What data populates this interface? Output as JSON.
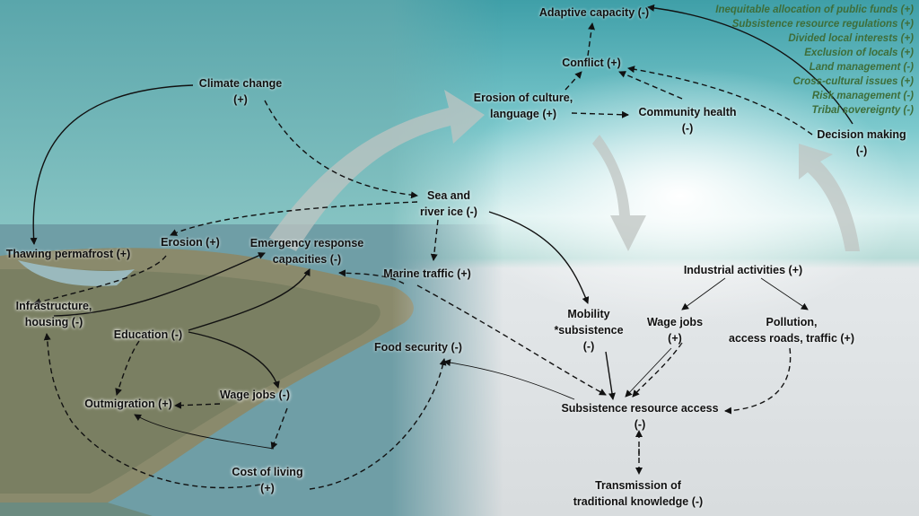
{
  "colors": {
    "factor_text": "#3e6e3a",
    "sky": "#8fd3d8",
    "snow": "#e6e9ea",
    "sea": "#7fa9b0"
  },
  "nodes": {
    "adaptive_capacity": "Adaptive capacity (-)",
    "conflict": "Conflict (+)",
    "erosion_culture": [
      "Erosion of culture,",
      "language (+)"
    ],
    "community_health": [
      "Community health",
      "(-)"
    ],
    "decision_making": [
      "Decision making",
      "(-)"
    ],
    "climate_change": [
      "Climate change",
      "(+)"
    ],
    "sea_river_ice": [
      "Sea and",
      "river  ice (-)"
    ],
    "thawing_permafrost": "Thawing permafrost (+)",
    "erosion": "Erosion (+)",
    "emergency_response": [
      "Emergency response",
      "capacities (-)"
    ],
    "marine_traffic": "Marine traffic  (+)",
    "industrial_activities": "Industrial activities (+)",
    "infrastructure": [
      "Infrastructure,",
      "housing (-)"
    ],
    "education": "Education (-)",
    "mobility": [
      "Mobility",
      "*subsistence",
      "(-)"
    ],
    "wage_jobs_right": [
      "Wage jobs",
      "(+)"
    ],
    "pollution": [
      "Pollution,",
      "access roads, traffic  (+)"
    ],
    "food_security": "Food security (-)",
    "outmigration": "Outmigration (+)",
    "wage_jobs_left": "Wage jobs (-)",
    "subsistence_access": [
      "Subsistence resource access",
      "(-)"
    ],
    "cost_of_living": [
      "Cost of living",
      "(+)"
    ],
    "transmission": [
      "Transmission of",
      "traditional knowledge (-)"
    ]
  },
  "decision_factors": [
    "Inequitable allocation of public funds (+)",
    "Subsistence resource regulations (+)",
    "Divided local interests (+)",
    "Exclusion of locals (+)",
    "Land management (-)",
    "Cross-cultural issues (+)",
    "Risk management (-)",
    "Tribal sovereignty (-)"
  ]
}
